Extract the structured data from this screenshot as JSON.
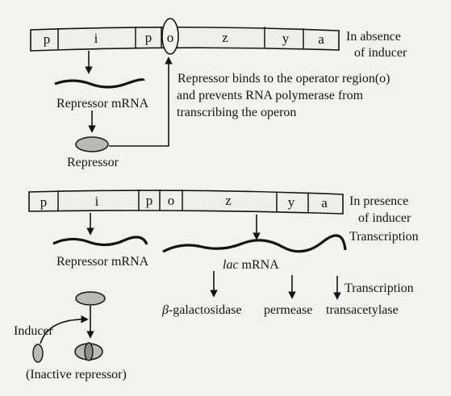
{
  "top_operon": {
    "genes": [
      "p",
      "i",
      "p",
      "o",
      "z",
      "y",
      "a"
    ],
    "condition": [
      "In absence",
      "of inducer"
    ]
  },
  "top_labels": {
    "repressor_mrna": "Repressor mRNA",
    "repressor": "Repressor",
    "explanation": [
      "Repressor binds to the operator region(o)",
      "and prevents RNA polymerase from",
      "transcribing the operon"
    ]
  },
  "bottom_operon": {
    "genes": [
      "p",
      "i",
      "p",
      "o",
      "z",
      "y",
      "a"
    ],
    "condition": [
      "In presence",
      "of inducer",
      "Transcription"
    ]
  },
  "bottom_labels": {
    "repressor_mrna": "Repressor mRNA",
    "lac_mrna_italic": "lac",
    "lac_mrna_rest": " mRNA",
    "transcription": "Transcription",
    "beta": "β",
    "products": [
      "-galactosidase",
      "permease",
      "transacetylase"
    ],
    "inducer": "Inducer",
    "inactive_repressor": "(Inactive repressor)"
  },
  "colors": {
    "ink": "#141414",
    "dna_fill": "#eeeeea",
    "repressor_fill": "#b9b9b5"
  }
}
